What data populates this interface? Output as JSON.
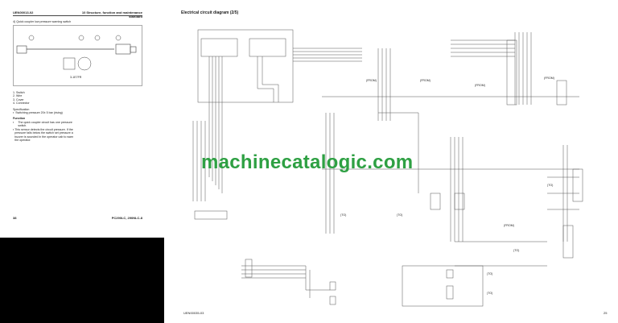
{
  "left_page": {
    "doc_code": "UEN00013-02",
    "section": "10 Structure, function and maintenance standard",
    "heading": "4)   Quick coupler low pressure warning switch",
    "figure_code": "3-1E7FR",
    "parts": [
      "1.   Switch",
      "2.   Wire",
      "3.   Cover",
      "4.   Connector"
    ],
    "spec_title": "Specification",
    "spec_items": [
      "Switching pressure 20± 5 bar (rising)"
    ],
    "function_title": "Function",
    "function_items": [
      "The quick coupler circuit has one pressure switch.",
      "This sensor detects the circuit pressure. If the pressure falls below the switch set pressure a buzzer is sounded in the operator cab to warn the operator."
    ],
    "page_number": "38",
    "model": "PC290LC, 290NLC-8"
  },
  "right_page": {
    "title": "Electrical circuit diagram (2/5)",
    "doc_code": "UEN00035-03",
    "page_number": "25",
    "connector_labels": [
      "(FROM)",
      "(FROM)",
      "(FROM)",
      "(FROM)",
      "(TO)",
      "(TO)",
      "(TO)",
      "(FROM)",
      "(TO)",
      "(TO)",
      "(TO)"
    ]
  },
  "watermark": "machinecatalogic.com",
  "colors": {
    "watermark": "#2ea043",
    "ink": "#222222"
  }
}
